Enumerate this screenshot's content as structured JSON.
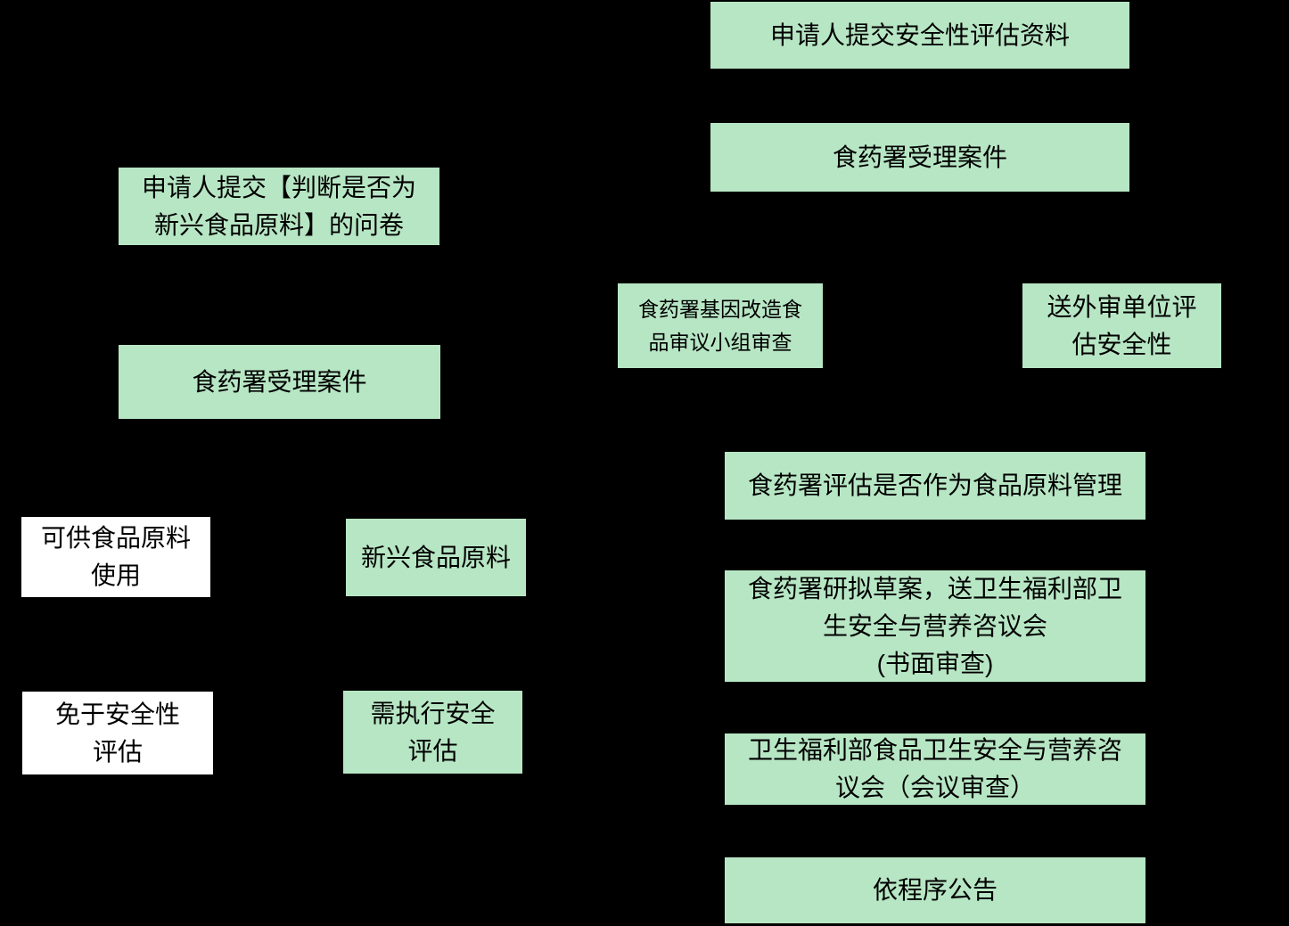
{
  "diagram": {
    "background_color": "#000000",
    "node_fill_green": "#b7e6c4",
    "node_fill_white": "#ffffff",
    "text_color": "#000000",
    "nodes": {
      "submit_safety": {
        "label": "申请人提交安全性评估资料"
      },
      "accept_case_right": {
        "label": "食药署受理案件"
      },
      "questionnaire": {
        "label": "申请人提交【判断是否为\n新兴食品原料】的问卷"
      },
      "gmo_panel": {
        "label": "食药署基因改造食\n品审议小组审查"
      },
      "external_review": {
        "label": "送外审单位评\n估安全性"
      },
      "accept_case_left": {
        "label": "食药署受理案件"
      },
      "evaluate_as_raw": {
        "label": "食药署评估是否作为食品原料管理"
      },
      "available_raw": {
        "label": "可供食品原料\n使用"
      },
      "novel_food": {
        "label": "新兴食品原料"
      },
      "draft": {
        "label": "食药署研拟草案，送卫生福利部卫\n生安全与营养咨议会\n(书面审查)"
      },
      "exempt": {
        "label": "免于安全性\n评估"
      },
      "need_assessment": {
        "label": "需执行安全\n评估"
      },
      "mohw_committee": {
        "label": "卫生福利部食品卫生安全与营养咨\n议会（会议审查）"
      },
      "announce": {
        "label": "依程序公告"
      }
    }
  }
}
